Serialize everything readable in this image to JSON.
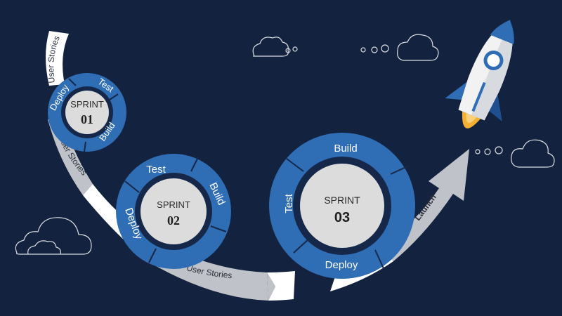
{
  "colors": {
    "background": "#13233f",
    "ring_blue": "#2f6db5",
    "ring_dark": "#16284a",
    "hub_gray": "#dcdcdc",
    "ribbon_white": "#ffffff",
    "ribbon_gray": "#bfc3c9",
    "rocket_flame": "#f4b032",
    "cloud_outline": "#ffffff"
  },
  "path": {
    "user_stories_1": "User Stories",
    "user_stories_2": "User Stories",
    "user_stories_3": "User Stories",
    "launch": "Launch"
  },
  "sprints": [
    {
      "title": "SPRINT",
      "number": "01",
      "phases": [
        "Deploy",
        "Test",
        "Build"
      ]
    },
    {
      "title": "SPRINT",
      "number": "02",
      "phases": [
        "Test",
        "Build",
        "Deploy"
      ]
    },
    {
      "title": "SPRINT",
      "number": "03",
      "phases": [
        "Build",
        "Test",
        "Deploy"
      ]
    }
  ],
  "icons": [
    "rocket-icon",
    "cloud-icon"
  ]
}
